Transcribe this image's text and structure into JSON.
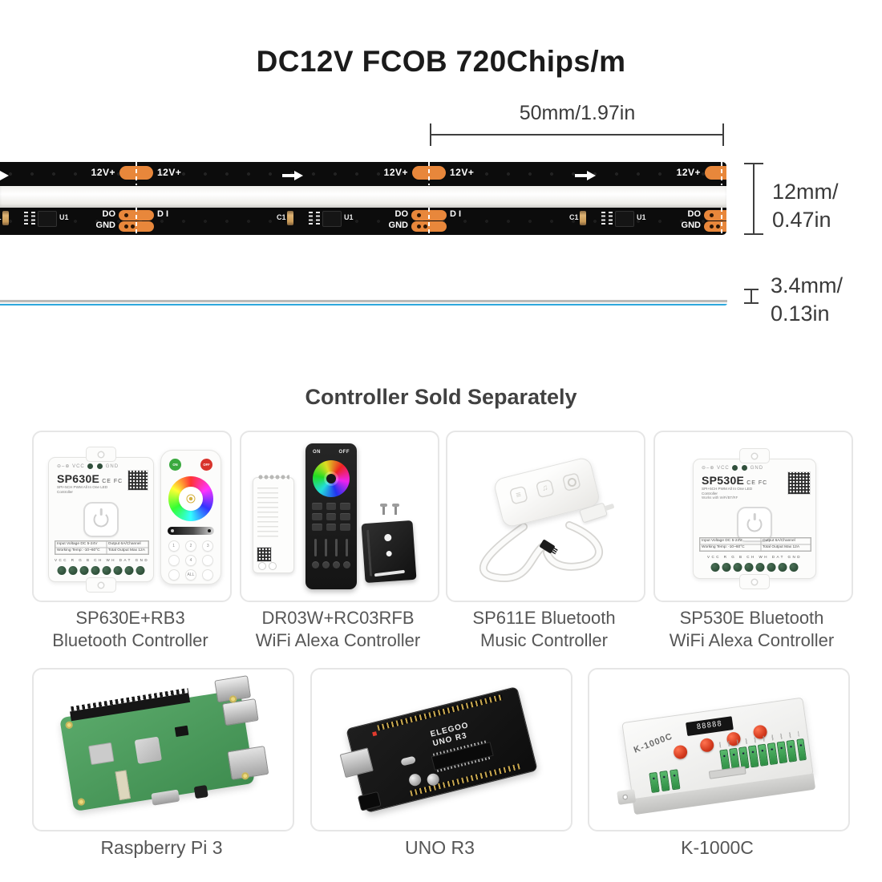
{
  "page": {
    "title": "DC12V FCOB 720Chips/m"
  },
  "section": {
    "heading": "Controller Sold Separately"
  },
  "dimensions": {
    "length": "50mm/1.97in",
    "width_l1": "12mm/",
    "width_l2": "0.47in",
    "thick_l1": "3.4mm/",
    "thick_l2": "0.13in"
  },
  "strip": {
    "power_label": "12V+",
    "do_label": "DO",
    "di_label": "D I",
    "gnd_label": "GND",
    "cap_label": "C1",
    "ic_label": "U1",
    "cuts": [
      170,
      535,
      900
    ],
    "arrows": [
      -15,
      352,
      717
    ],
    "groups": [
      -10,
      345,
      710
    ]
  },
  "colors": {
    "pad_orange": "#E8873B",
    "strip_black": "#0C0C0C",
    "accent_blue": "#2EA7DC",
    "button_green": "#3AA93F",
    "button_red": "#D8342C"
  },
  "products": [
    {
      "line1": "SP630E+RB3",
      "line2": "Bluetooth Controller"
    },
    {
      "line1": "DR03W+RC03RFB",
      "line2": "WiFi Alexa Controller"
    },
    {
      "line1": "SP611E Bluetooth",
      "line2": "Music Controller"
    },
    {
      "line1": "SP530E Bluetooth",
      "line2": "WiFi Alexa Controller"
    },
    {
      "line1": "Raspberry Pi 3"
    },
    {
      "line1": "UNO R3"
    },
    {
      "line1": "K-1000C"
    }
  ],
  "devices": {
    "sp630e": {
      "model": "SP630E",
      "cert": "CE FC",
      "vcc": "VCC",
      "gnd": "GND",
      "subtitle": "SPI+5CH PWM All In One LED Controller",
      "specs": [
        "Input Voltage DC 5-24V",
        "Output 6A/Channel",
        "Working Temp: -10~60°C",
        "Total Output Max 12A"
      ],
      "pins": "VCC R G B CH WH DAT GND"
    },
    "sp530e": {
      "model": "SP530E",
      "cert": "CE FC",
      "vcc": "VCC",
      "gnd": "GND",
      "subtitle": "SPI+5CH PWM All In One LED Controller",
      "works": "Works with WiFi/BT/RF",
      "specs": [
        "Input Voltage DC 5-24V",
        "Output 6A/Channel",
        "Working Temp: -10~60°C",
        "Total Output Max 12A"
      ],
      "pins": "VCC R G B CH WH DAT GND"
    },
    "rb3": {
      "on": "ON",
      "off": "OFF",
      "keys": [
        "1",
        "2",
        "3",
        "",
        "4",
        "",
        "",
        "ALL",
        ""
      ]
    },
    "rc03": {
      "on": "ON",
      "off": "OFF"
    },
    "uno": {
      "brand": "ELEGOO",
      "model": "UNO R3"
    },
    "k1000c": {
      "model": "K-1000C",
      "display": "88888"
    }
  }
}
